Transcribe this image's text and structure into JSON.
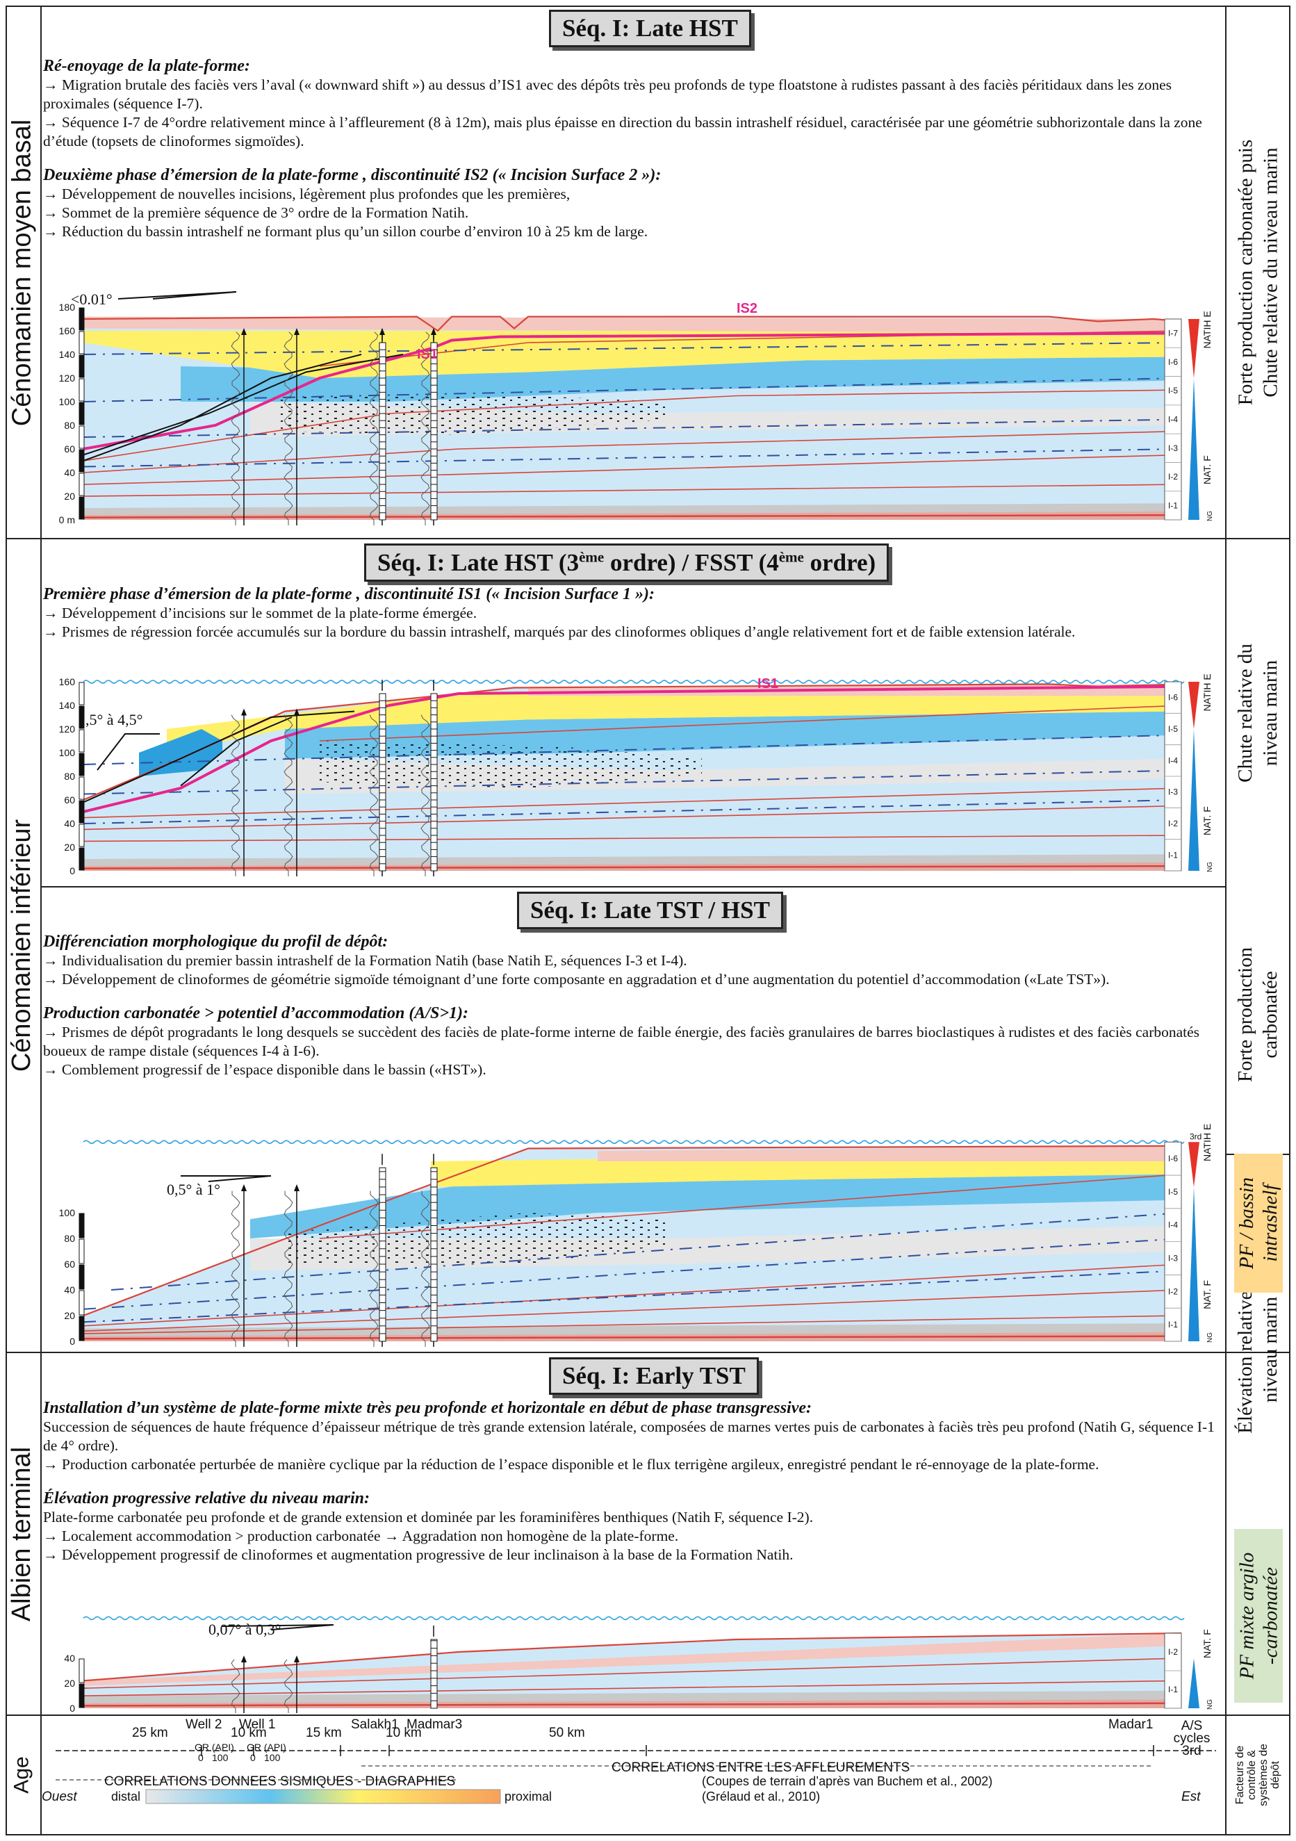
{
  "sections": [
    {
      "age": "Cénomanien moyen basal",
      "title": "Séq. I: Late HST",
      "text": [
        {
          "type": "h",
          "t": "Ré-enoyage de la plate-forme:"
        },
        {
          "type": "p",
          "t": "→  Migration brutale des faciès vers l’aval (« downward shift ») au dessus d’IS1 avec des dépôts très peu profonds de type floatstone à rudistes passant à des faciès péritidaux dans les zones proximales (séquence I-7)."
        },
        {
          "type": "p",
          "t": "→  Séquence I-7 de 4°ordre relativement mince à l’affleurement (8 à 12m), mais plus épaisse en direction du bassin intrashelf résiduel, caractérisée par une géométrie subhorizontale dans la zone d’étude (topsets de clinoformes sigmoïdes)."
        },
        {
          "type": "gap"
        },
        {
          "type": "h",
          "t": "Deuxième phase d’émersion de la plate-forme , discontinuité IS2 (« Incision Surface 2 »):"
        },
        {
          "type": "p",
          "t": "→  Développement de nouvelles incisions, légèrement plus profondes que les premières,"
        },
        {
          "type": "p",
          "t": "→  Sommet de la première séquence de 3° ordre de la Formation Natih."
        },
        {
          "type": "p",
          "t": "→  Réduction du bassin intrashelf ne formant plus qu’un sillon courbe d’environ 10 à 25 km de large."
        }
      ],
      "right": [
        "Forte production carbonatée puis",
        "Chute relative du niveau marin"
      ],
      "panel_angle": "<0.01°",
      "y_ticks": [
        "180",
        "160",
        "140",
        "120",
        "100",
        "80",
        "60",
        "40",
        "20",
        "0 m"
      ],
      "seq_labels": [
        "I-7",
        "I-6",
        "I-5",
        "I-4",
        "I-3",
        "I-2",
        "I-1"
      ],
      "surface_labels": [
        "IS2",
        "IS1"
      ]
    },
    {
      "age": "Cénomanien inférieur",
      "title": "Séq. I: Late HST (3ème ordre) / FSST (4ème ordre)",
      "text": [
        {
          "type": "h",
          "t": "Première phase d’émersion de la plate-forme , discontinuité IS1 (« Incision Surface 1 »):"
        },
        {
          "type": "p",
          "t": "→  Développement d’incisions sur le sommet de la plate-forme émergée."
        },
        {
          "type": "p",
          "t": "→  Prismes de régression forcée accumulés sur la bordure du bassin intrashelf, marqués par des clinoformes obliques d’angle relativement fort et de faible extension latérale."
        }
      ],
      "right": [
        "Chute relative du",
        "niveau marin"
      ],
      "panel_angle": "1,5° à 4,5°",
      "y_ticks": [
        "160",
        "140",
        "120",
        "100",
        "80",
        "60",
        "40",
        "20",
        "0"
      ],
      "seq_labels": [
        "I-6",
        "I-5",
        "I-4",
        "I-3",
        "I-2",
        "I-1"
      ],
      "surface_labels": [
        "IS1"
      ]
    },
    {
      "title": "Séq. I: Late TST / HST",
      "text": [
        {
          "type": "h",
          "t": "Différenciation morphologique du profil de dépôt:"
        },
        {
          "type": "p",
          "t": "→  Individualisation du premier bassin intrashelf de la Formation Natih (base Natih E, séquences I-3 et I-4)."
        },
        {
          "type": "p",
          "t": "→  Développement de clinoformes de géométrie sigmoïde témoignant d’une forte composante en aggradation et d’une augmentation du potentiel d’accommodation («Late TST»)."
        },
        {
          "type": "gap"
        },
        {
          "type": "h",
          "t": "Production carbonatée > potentiel d’accommodation (A/S>1):"
        },
        {
          "type": "p",
          "t": "→  Prismes de dépôt progradants le long desquels se succèdent des faciès de plate-forme interne de faible énergie, des faciès granulaires de barres bioclastiques à rudistes et des faciès carbonatés boueux de rampe distale (séquences I-4 à I-6)."
        },
        {
          "type": "p",
          "t": "→  Comblement progressif de l’espace disponible dans le bassin («HST»)."
        }
      ],
      "right": [
        "Forte production",
        "carbonatée"
      ],
      "tag": [
        "PF / bassin",
        "intrashelf"
      ],
      "panel_angle": "0,5° à 1°",
      "y_ticks": [
        "100",
        "80",
        "60",
        "40",
        "20",
        "0"
      ],
      "seq_labels": [
        "I-6",
        "I-5",
        "I-4",
        "I-3",
        "I-2",
        "I-1"
      ],
      "third": "3rd"
    },
    {
      "age": "Albien terminal",
      "title": "Séq. I: Early TST",
      "text": [
        {
          "type": "h",
          "t": "Installation d’un système de plate-forme mixte très peu profonde et horizontale en début de phase transgressive:"
        },
        {
          "type": "p",
          "t": "Succession de séquences de haute fréquence d’épaisseur métrique de très grande extension latérale, composées de marnes vertes puis de carbonates à faciès très peu profond (Natih G, séquence I-1 de 4° ordre)."
        },
        {
          "type": "p",
          "t": "→  Production carbonatée perturbée de manière cyclique par la réduction de l’espace disponible et le flux terrigène argileux, enregistré pendant le ré-ennoyage de la plate-forme."
        },
        {
          "type": "gap"
        },
        {
          "type": "h",
          "t": "Élévation progressive relative du niveau marin:"
        },
        {
          "type": "p",
          "t": "Plate-forme carbonatée peu profonde et de grande extension et dominée par les foraminifères benthiques (Natih F, séquence I-2)."
        },
        {
          "type": "p",
          "t": "→  Localement accommodation > production carbonatée → Aggradation non homogène de la plate-forme."
        },
        {
          "type": "p",
          "t": "→  Développement progressif de clinoformes et augmentation progressive de leur inclinaison à la base de la Formation Natih."
        }
      ],
      "right": [
        "Élévation relative du",
        "niveau marin"
      ],
      "tag": [
        "PF mixte argilo",
        "-carbonatée"
      ],
      "panel_angle": "0,07° à 0,3°",
      "y_ticks": [
        "40",
        "20",
        "0"
      ],
      "seq_labels": [
        "I-2",
        "I-1"
      ]
    }
  ],
  "natih": {
    "e": "NATIH E",
    "f": "NAT. F",
    "g": "NG"
  },
  "footer": {
    "age": "Age",
    "right_label": [
      "Facteurs de",
      "contrôle &",
      "systèmes de",
      "dépôt"
    ],
    "distances": [
      "25 km",
      "10 km",
      "15 km",
      "10 km",
      "50 km"
    ],
    "wells": [
      "Well 2",
      "Well 1",
      "Salakh1",
      "Madmar3",
      "Madar1"
    ],
    "gr": [
      "GR (API)",
      "0",
      "100"
    ],
    "cycles": [
      "A/S",
      "cycles",
      "3rd"
    ],
    "corr_seismic": "CORRELATIONS DONNEES SISMIQUES - DIAGRAPHIES",
    "corr_outcrop": "CORRELATIONS ENTRE LES AFFLEUREMENTS",
    "citation1": "(Coupes de terrain d’après van Buchem et al., 2002)",
    "citation2": "(Grélaud et al., 2010)",
    "ouest": "Ouest",
    "est": "Est",
    "distal": "distal",
    "proximal": "proximal"
  },
  "colors": {
    "frame": "#222222",
    "seq_box": "#d9d9d9",
    "light_blue": "#cfe8f7",
    "mid_blue": "#6cc4ec",
    "yellow": "#fff06a",
    "pink_top": "#f4c7c0",
    "magenta_surface": "#e6268c",
    "red_line": "#d8443a",
    "tag_yellow": "#ffd98e",
    "tag_green": "#d6e7c9",
    "sea": "#3aa7e0"
  }
}
